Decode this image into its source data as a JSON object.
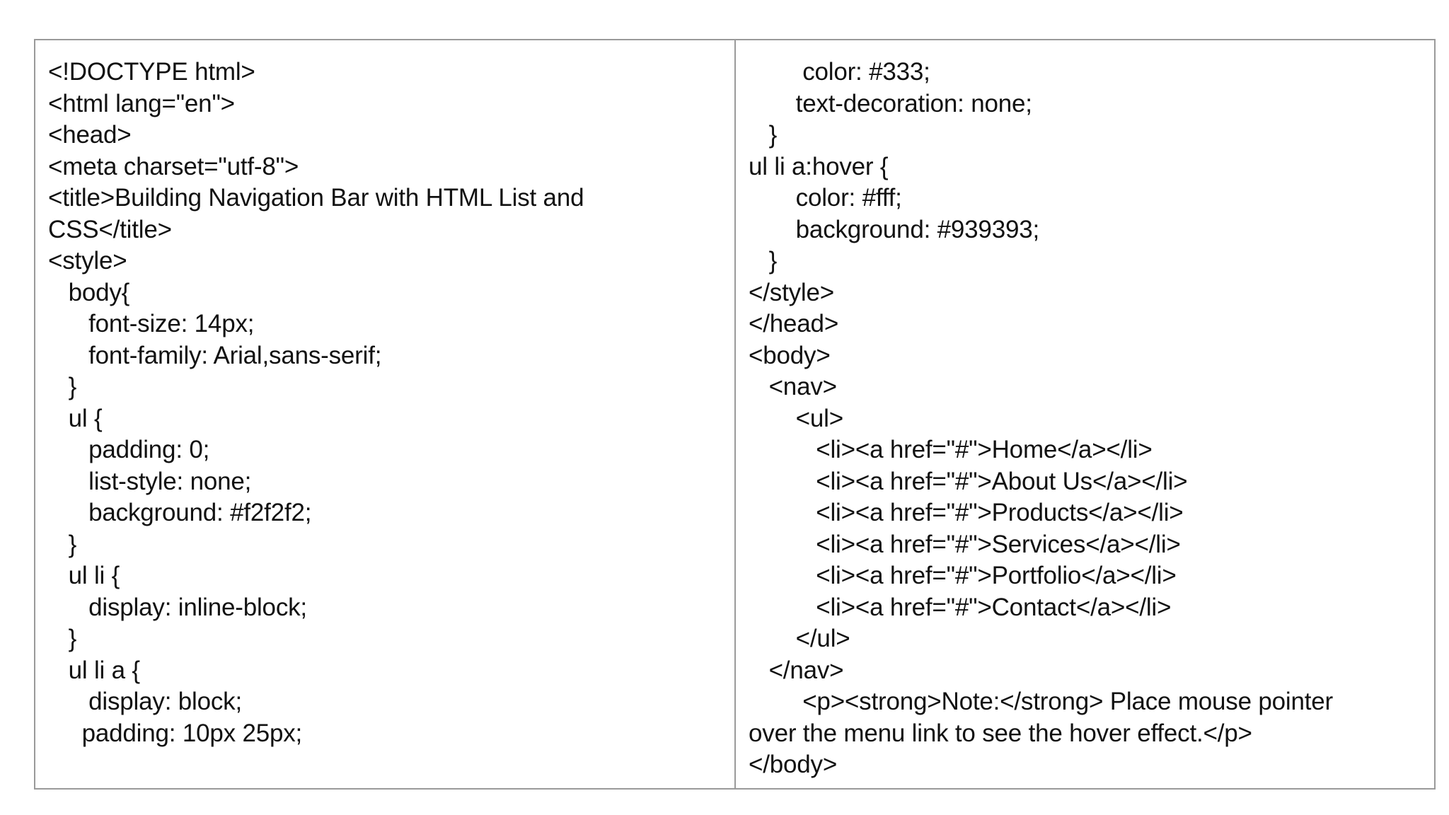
{
  "document": {
    "left_column": {
      "lines": [
        "<!DOCTYPE html>",
        "<html lang=\"en\">",
        "<head>",
        "<meta charset=\"utf-8\">",
        "<title>Building Navigation Bar with HTML List and",
        "CSS</title>",
        "<style>",
        "   body{",
        "      font-size: 14px;",
        "      font-family: Arial,sans-serif;",
        "   }",
        "   ul {",
        "      padding: 0;",
        "      list-style: none;",
        "      background: #f2f2f2;",
        "   }",
        "   ul li {",
        "      display: inline-block;",
        "   }",
        "   ul li a {",
        "      display: block;",
        "     padding: 10px 25px;"
      ]
    },
    "right_column": {
      "lines": [
        "        color: #333;",
        "       text-decoration: none;",
        "   }",
        "ul li a:hover {",
        "       color: #fff;",
        "       background: #939393;",
        "   }",
        "</style>",
        "</head>",
        "<body>",
        "   <nav>",
        "       <ul>",
        "          <li><a href=\"#\">Home</a></li>",
        "          <li><a href=\"#\">About Us</a></li>",
        "          <li><a href=\"#\">Products</a></li>",
        "          <li><a href=\"#\">Services</a></li>",
        "          <li><a href=\"#\">Portfolio</a></li>",
        "          <li><a href=\"#\">Contact</a></li>",
        "       </ul>",
        "   </nav>",
        "        <p><strong>Note:</strong> Place mouse pointer",
        "over the menu link to see the hover effect.</p>",
        "</body>"
      ]
    }
  }
}
